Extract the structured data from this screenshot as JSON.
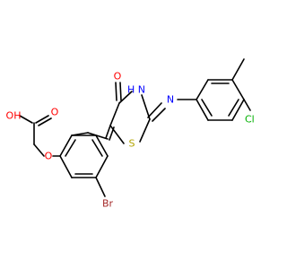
{
  "structure": {
    "atom_labels": {
      "carbonyl_o": "O",
      "amide_nh": "H N",
      "ring_s": "S",
      "imine_n": "N",
      "chloro": "Cl",
      "ether_o": "O",
      "acid_oh": "OH",
      "acid_o": "O",
      "bromo": "Br"
    },
    "colors": {
      "bond": "#000000",
      "oxygen": "#ff0000",
      "nitrogen": "#0000ff",
      "sulfur": "#b2a400",
      "chlorine": "#00b000",
      "bromine": "#a52a2a"
    }
  }
}
